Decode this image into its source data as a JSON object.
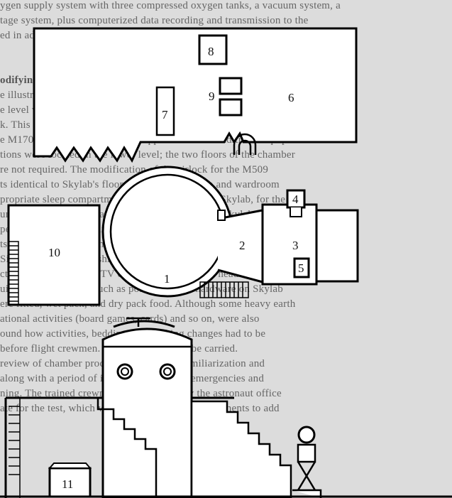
{
  "background_text": [
    "ygen supply system with three compressed oxygen tanks, a vacuum system, a",
    "tage system, plus computerized data recording and transmission to the",
    "ed in adjacent test control room).",
    "",
    "odifying the chamber for the OWS",
    "e illustrations on p. 144 and 145 show the chamber configured for SSD",
    "e level was configured for OWS simulation, it appeared to the knowledge",
    "k. This was because the test plan required the upper deck to have",
    "e M170 experiments was on the upper deck with additional equipment",
    "tions were located in the lower level; the two floors of the chamber",
    "re not required. The modification of the airlock for the M509",
    "ts identical to Skylab's floor lock. The workshop and wardroom",
    "propriate sleep compartments, which would be as Skylab, for the",
    "umber had to be used, and equipment to check the Skylab",
    "periments. A small cylindrical compartment was installed to transfer",
    "ts into and out of the chamber.",
    "Simulated lighting, cushions, and restraint devices, personal hygiene",
    "ct only, and additional TV cameras, speakers and headsets. The",
    "uipment featured as much as possible of the hardware on Skylab",
    "ere fitted, wet pack, and dry pack food. Although some heavy earth",
    "ational activities (board games, cards) and so on, were also",
    "ound how activities, bedding and clothing changes had to be",
    "before flight crewmen. These were done to be carried.",
    "   review of chamber procedures, and crew familiarization and",
    "   along with a period of intensive training in emergencies and",
    "ning. The trained crewmen were selected by the astronaut office",
    "ate for the test, which was expected to entail instruments to add"
  ],
  "diagram": {
    "labels": {
      "n1": "1",
      "n2": "2",
      "n3": "3",
      "n4": "4",
      "n5": "5",
      "n6": "6",
      "n7": "7",
      "n8": "8",
      "n9": "9",
      "n10": "10",
      "n11": "11"
    },
    "colors": {
      "line": "#000000",
      "fill": "#ffffff",
      "background": "#dcdcdc",
      "ghost_text": "#666666"
    }
  }
}
